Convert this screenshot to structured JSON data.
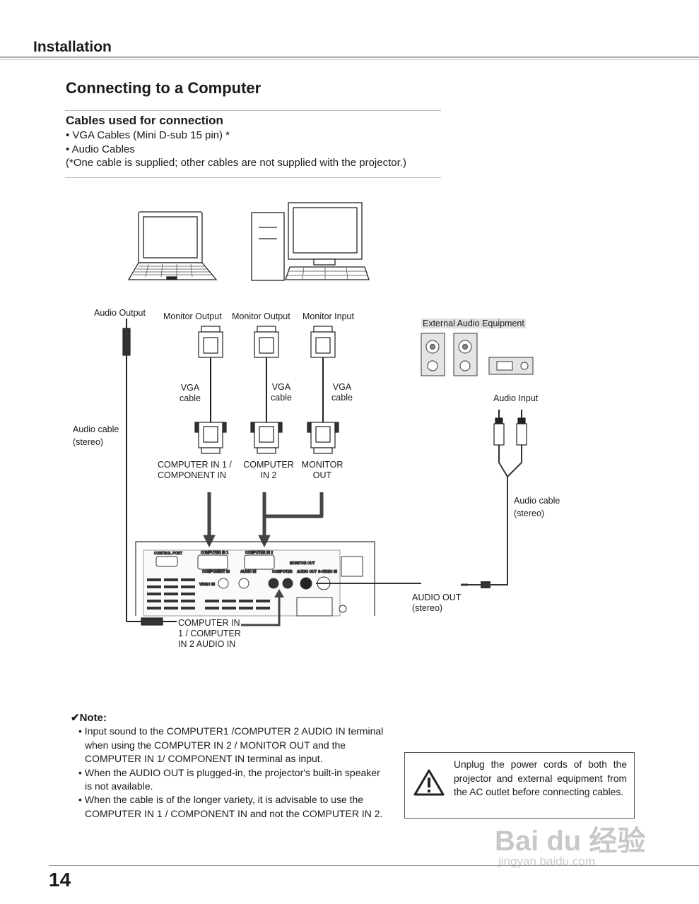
{
  "header": {
    "section": "Installation"
  },
  "title": "Connecting to a Computer",
  "cables": {
    "heading": "Cables used for connection",
    "items": [
      "• VGA Cables (Mini D-sub 15 pin) *",
      "• Audio Cables",
      "(*One cable is supplied; other cables are not supplied with the projector.)"
    ]
  },
  "diagram": {
    "labels": {
      "audio_output": "Audio Output",
      "monitor_output_1": "Monitor Output",
      "monitor_output_2": "Monitor Output",
      "monitor_input": "Monitor Input",
      "vga_cable": "VGA\ncable",
      "audio_cable_left": "Audio cable\n(stereo)",
      "computer_in_1": "COMPUTER IN 1 /\nCOMPONENT IN",
      "computer_in_2": "COMPUTER\nIN 2",
      "monitor_out": "MONITOR\nOUT",
      "computer_audio_in": "COMPUTER IN\n1 / COMPUTER\nIN 2  AUDIO IN",
      "external_audio": "External Audio Equipment",
      "audio_input": "Audio Input",
      "audio_cable_right": "Audio cable\n(stereo)",
      "audio_out": "AUDIO OUT\n(stereo)"
    },
    "panel": {
      "control_port": "CONTROL PORT",
      "computer_in_1": "COMPUTER IN 1",
      "component_in": "COMPONENT IN",
      "computer_in_2": "COMPUTER IN 2",
      "monitor_out": "MONITOR OUT",
      "audio_in": "AUDIO IN",
      "computer": "COMPUTER",
      "audio_out": "AUDIO OUT",
      "s_video_in": "S-VIDEO IN",
      "video_in": "VIDEO IN"
    }
  },
  "note": {
    "title": "✔Note:",
    "items": [
      "• Input sound to the COMPUTER1 /COMPUTER 2  AUDIO IN terminal when using the COMPUTER IN 2 / MONITOR OUT and the COMPUTER IN 1/ COMPONENT IN terminal as input.",
      "• When the AUDIO OUT is plugged-in, the projector's built-in speaker is not available.",
      "• When the cable is of the longer variety, it is advisable to use the COMPUTER IN 1 / COMPONENT IN and not the COMPUTER IN 2."
    ]
  },
  "warning": {
    "text": "Unplug the power cords of both the projector and external equipment from the AC outlet before connecting cables."
  },
  "page_number": "14",
  "watermark": {
    "logo": "Bai du 经验",
    "url": "jingyan.baidu.com"
  }
}
